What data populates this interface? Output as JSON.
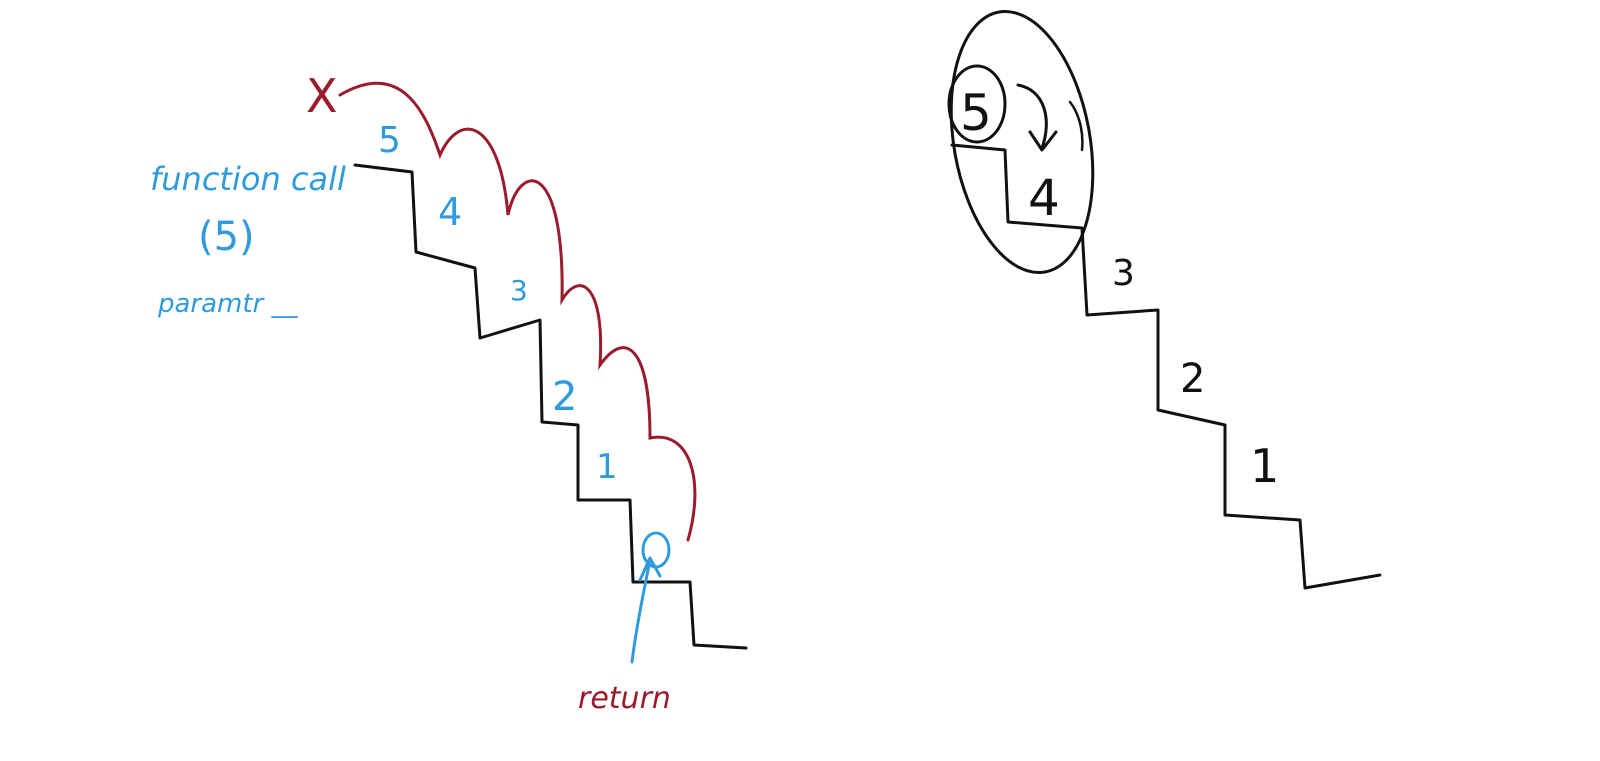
{
  "colors": {
    "ink_black": "#111111",
    "ink_blue": "#2f9bdc",
    "ink_red": "#9b1b2e",
    "background": "#ffffff"
  },
  "left_diagram": {
    "annotation_lines": [
      "function call",
      "(5)",
      "paramtr __"
    ],
    "step_labels": [
      "5",
      "4",
      "3",
      "2",
      "1"
    ],
    "goal_marker": "X",
    "return_label": "return"
  },
  "right_diagram": {
    "step_labels": [
      "5",
      "4",
      "3",
      "2",
      "1"
    ]
  }
}
